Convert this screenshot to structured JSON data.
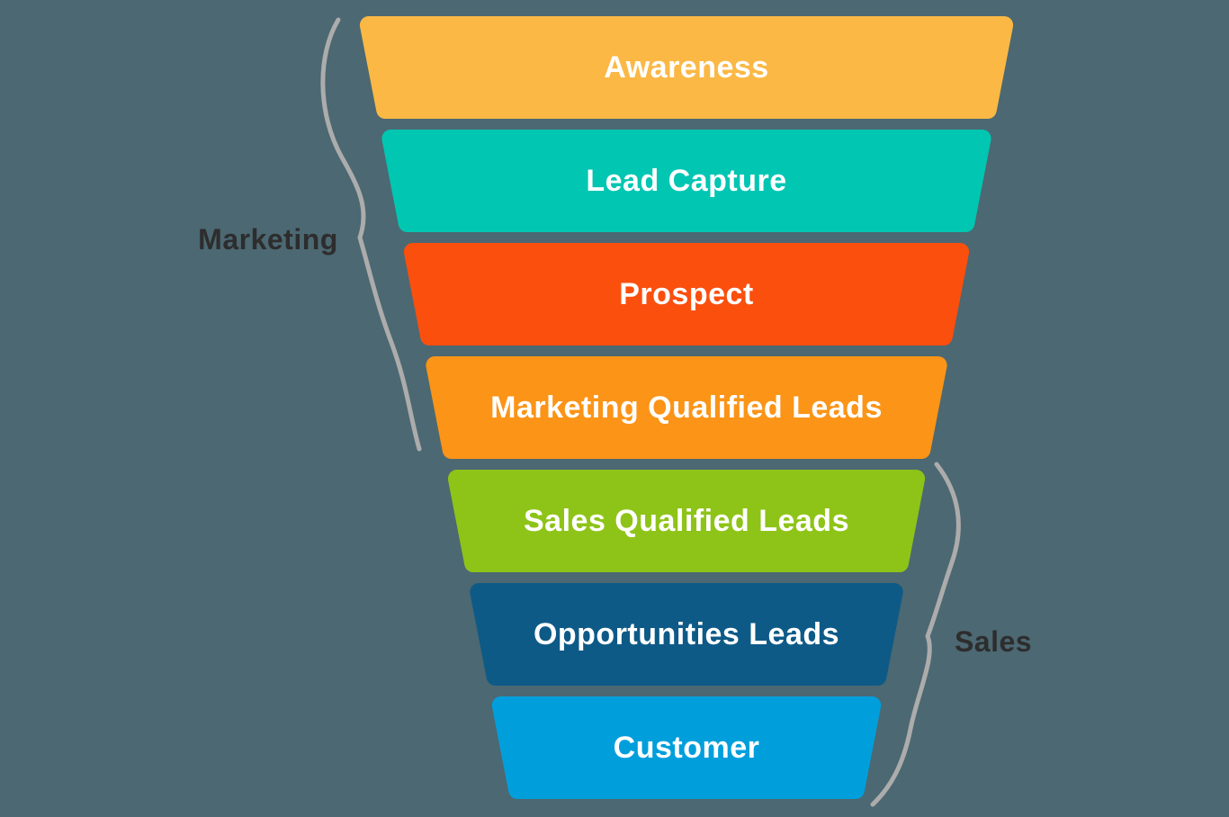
{
  "page": {
    "background": "#4C6872"
  },
  "funnel": {
    "stage_label_color": "#FFFFFF",
    "stages": [
      {
        "label": "Awareness",
        "color": "#FBB845"
      },
      {
        "label": "Lead Capture",
        "color": "#00C6B2"
      },
      {
        "label": "Prospect",
        "color": "#FB4F0E"
      },
      {
        "label": "Marketing Qualified Leads",
        "color": "#FB9417"
      },
      {
        "label": "Sales Qualified Leads",
        "color": "#8EC418"
      },
      {
        "label": "Opportunities Leads",
        "color": "#0E5A87"
      },
      {
        "label": "Customer",
        "color": "#009FDC"
      }
    ]
  },
  "groups": {
    "marketing": {
      "label": "Marketing"
    },
    "sales": {
      "label": "Sales"
    }
  },
  "annotation": {
    "brace_color": "#ACACAC",
    "label_color": "#2D2D2D"
  }
}
